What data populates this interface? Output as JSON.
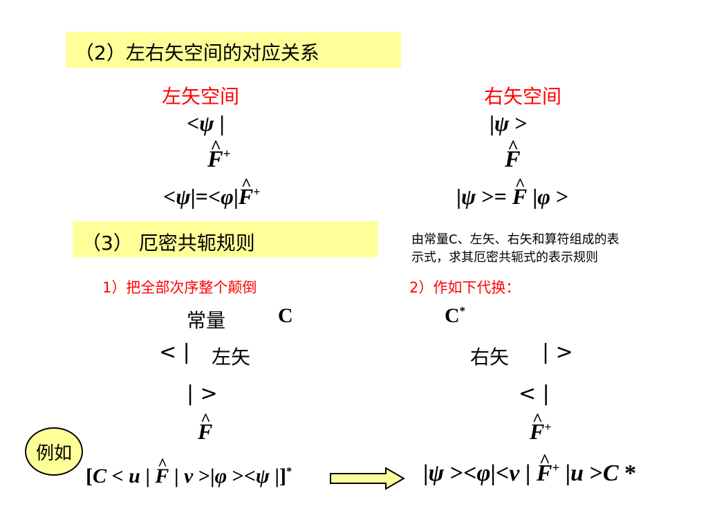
{
  "section2": {
    "title": "（2）左右矢空间的对应关系"
  },
  "columns": {
    "left": "左矢空间",
    "right": "右矢空间"
  },
  "section3": {
    "title": "（3）  厄密共轭规则",
    "description_line1": "由常量C、左矢、右矢和算符组成的表",
    "description_line2": "示式，求其厄密共轭式的表示规则"
  },
  "rules": {
    "rule1": "1）把全部次序整个颠倒",
    "rule2": "2）作如下代换："
  },
  "table": {
    "constant_label": "常量",
    "constant_symbol": "C",
    "conj_symbol": "C",
    "conj_sup": "*",
    "bra_label": "左矢",
    "ket_label": "右矢",
    "bra_glyph": "< |",
    "ket_glyph": "| >"
  },
  "example": {
    "label": "例如"
  },
  "colors": {
    "highlight": "#ffff99",
    "accent": "#ff0000",
    "text": "#000000"
  }
}
